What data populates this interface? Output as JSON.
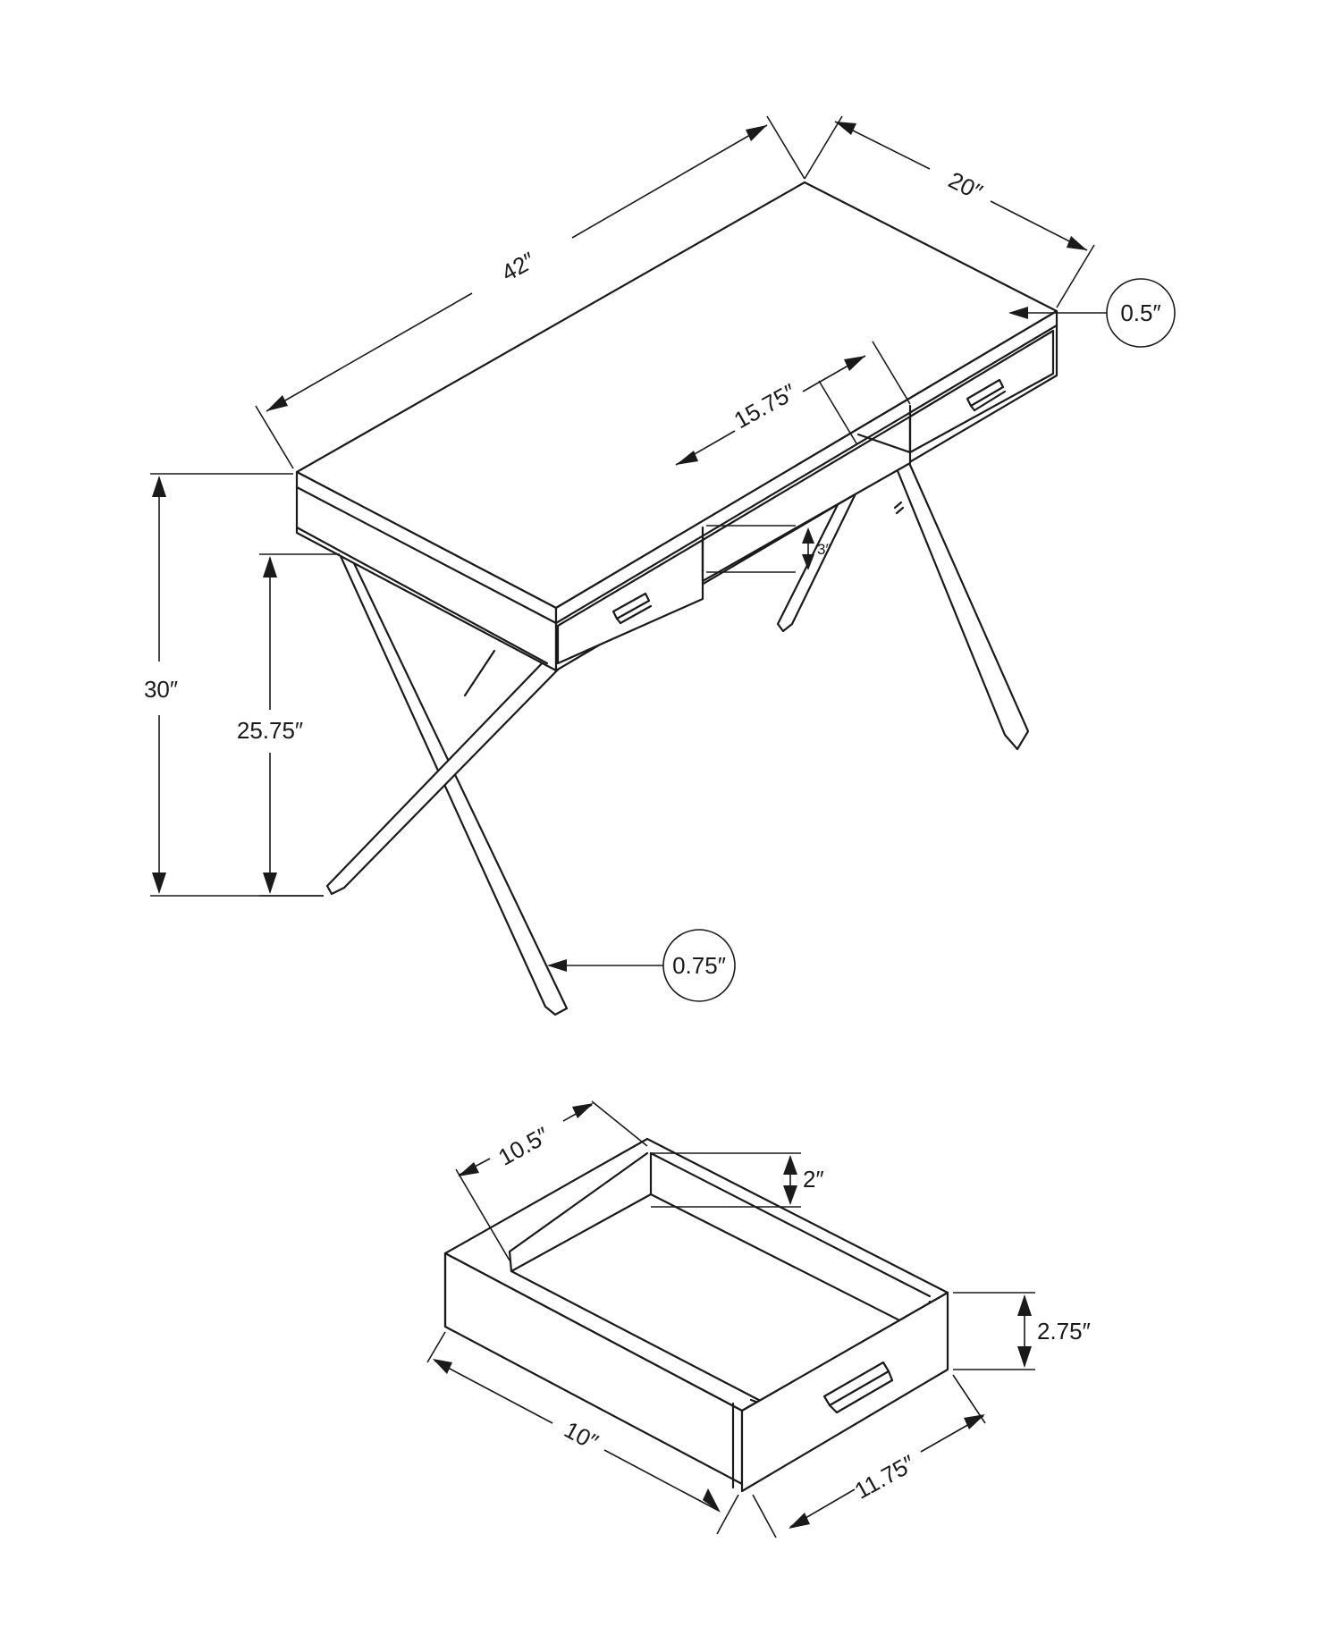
{
  "desk": {
    "dimensions": {
      "width": "42″",
      "depth": "20″",
      "top_thickness": "0.5″",
      "open_shelf_width": "15.75″",
      "open_shelf_height": "3″",
      "total_height": "30″",
      "leg_clearance": "25.75″",
      "leg_thickness": "0.75″"
    }
  },
  "drawer": {
    "dimensions": {
      "interior_depth": "10.5″",
      "interior_height": "2″",
      "front_height": "2.75″",
      "outer_depth": "10″",
      "outer_width": "11.75″"
    }
  }
}
